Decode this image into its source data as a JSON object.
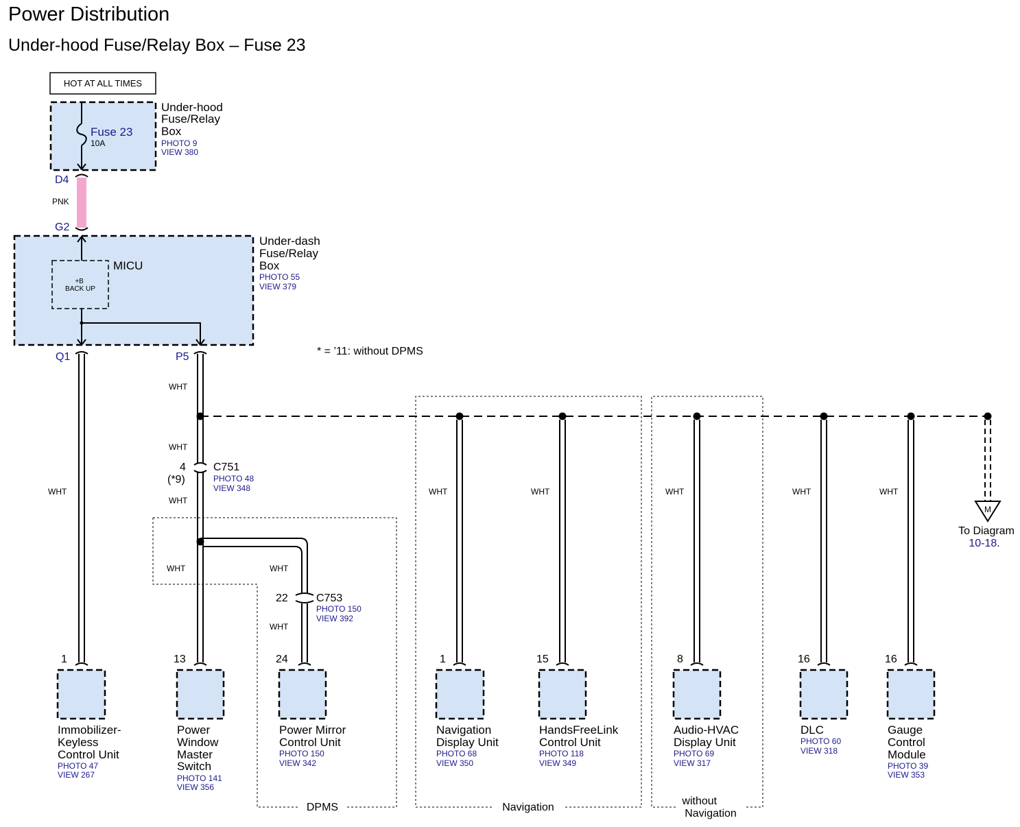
{
  "header": {
    "title": "Power Distribution",
    "subtitle": "Under-hood Fuse/Relay Box – Fuse 23"
  },
  "colors": {
    "box_fill": "#d4e4f6",
    "pnk_wire": "#f5a6cf",
    "link_blue": "#1a1a8c"
  },
  "legend_note": "* = ’11: without DPMS",
  "hot_label": "HOT AT ALL TIMES",
  "fuse": {
    "name": "Fuse 23",
    "rating": "10A",
    "box_lines": [
      "Under-hood",
      "Fuse/Relay",
      "Box"
    ],
    "photo": "PHOTO 9",
    "view": "VIEW 380",
    "pin_out": "D4"
  },
  "pnk_wire": {
    "color_code": "PNK"
  },
  "micu": {
    "title": "MICU",
    "inner": [
      "+B",
      "BACK UP"
    ],
    "box_lines": [
      "Under-dash",
      "Fuse/Relay",
      "Box"
    ],
    "photo": "PHOTO 55",
    "view": "VIEW 379",
    "pin_in": "G2",
    "pin_q1": "Q1",
    "pin_p5": "P5"
  },
  "wires": {
    "q1": "WHT",
    "p5_top": "WHT",
    "p5_mid": "WHT",
    "p5_low": "WHT",
    "dpms_left": "WHT",
    "dpms_right": "WHT",
    "c753_below": "WHT",
    "nav1": "WHT",
    "nav2": "WHT",
    "audio": "WHT",
    "dlc": "WHT",
    "gauge": "WHT"
  },
  "c751": {
    "name": "C751",
    "pin": "4",
    "note": "(*9)",
    "photo": "PHOTO 48",
    "view": "VIEW 348"
  },
  "c753": {
    "name": "C753",
    "pin": "22",
    "photo": "PHOTO 150",
    "view": "VIEW 392"
  },
  "groups": {
    "dpms": "DPMS",
    "navigation": "Navigation",
    "without_nav": [
      "without",
      "Navigation"
    ]
  },
  "to_diagram": {
    "symbol": "M",
    "label": "To Diagram",
    "target": "10-18",
    "tail": "."
  },
  "components": [
    {
      "pin": "1",
      "lines": [
        "Immobilizer-",
        "Keyless",
        "Control Unit"
      ],
      "photo": "PHOTO 47",
      "view": "VIEW 267"
    },
    {
      "pin": "13",
      "lines": [
        "Power",
        "Window",
        "Master",
        "Switch"
      ],
      "photo": "PHOTO 141",
      "view": "VIEW 356"
    },
    {
      "pin": "24",
      "lines": [
        "Power Mirror",
        "Control Unit"
      ],
      "photo": "PHOTO 150",
      "view": "VIEW 342"
    },
    {
      "pin": "1",
      "lines": [
        "Navigation",
        "Display Unit"
      ],
      "photo": "PHOTO 68",
      "view": "VIEW 350"
    },
    {
      "pin": "15",
      "lines": [
        "HandsFreeLink",
        "Control Unit"
      ],
      "photo": "PHOTO 118",
      "view": "VIEW 349"
    },
    {
      "pin": "8",
      "lines": [
        "Audio-HVAC",
        "Display Unit"
      ],
      "photo": "PHOTO 69",
      "view": "VIEW 317"
    },
    {
      "pin": "16",
      "lines": [
        "DLC"
      ],
      "photo": "PHOTO 60",
      "view": "VIEW 318"
    },
    {
      "pin": "16",
      "lines": [
        "Gauge",
        "Control",
        "Module"
      ],
      "photo": "PHOTO 39",
      "view": "VIEW 353"
    }
  ]
}
